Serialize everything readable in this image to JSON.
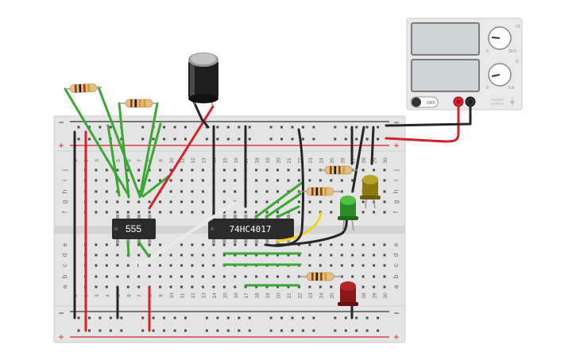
{
  "breadboard": {
    "column_count": 30,
    "row_letters_top": [
      "j",
      "i",
      "h",
      "g",
      "f"
    ],
    "row_letters_bottom": [
      "e",
      "d",
      "c",
      "b",
      "a"
    ],
    "rail_minus": "−",
    "rail_plus": "+"
  },
  "chips": {
    "timer": {
      "label": "555"
    },
    "counter": {
      "label": "74HC4017"
    }
  },
  "power_supply": {
    "toggle_label": "OFF",
    "knob1_label": "V1",
    "knob1_min": "0",
    "knob1_max": "30 V",
    "knob2_label": "I1",
    "knob2_min": "0",
    "knob2_max": "5 A",
    "brand_line1": "POWER",
    "brand_line2": "SUPPLY"
  },
  "colors": {
    "green_wire": "#3aa832",
    "red_wire": "#d5222a",
    "black_wire": "#262626",
    "white_wire": "#f2f2f2",
    "yellow_wire": "#f2d21b",
    "breadboard": "#e4e4e4",
    "chip_body": "#2b2b2b"
  },
  "components": {
    "led_colors": [
      "green",
      "olive",
      "red"
    ],
    "resistor_count": 5,
    "capacitor": "electrolytic"
  }
}
